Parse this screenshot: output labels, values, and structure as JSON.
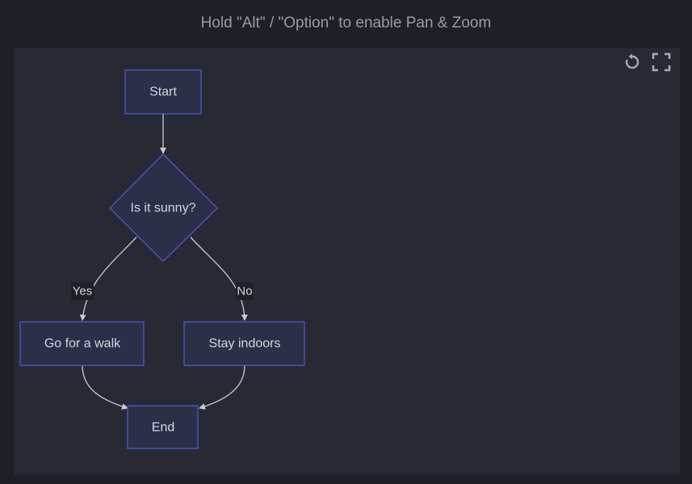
{
  "header": {
    "hint": "Hold \"Alt\" / \"Option\" to enable Pan & Zoom"
  },
  "toolbar": {
    "reset_icon": "reset-icon",
    "fullscreen_icon": "fullscreen-icon"
  },
  "colors": {
    "background": "#1e2028",
    "canvas": "#272935",
    "node_fill": "#2b2f48",
    "node_stroke": "#4c5bc9",
    "edge": "#c9cbd2",
    "text": "#d4d6dc"
  },
  "flowchart": {
    "nodes": {
      "start": "Start",
      "decision": "Is it sunny?",
      "walk": "Go for a walk",
      "indoors": "Stay indoors",
      "end": "End"
    },
    "edges": {
      "yes": "Yes",
      "no": "No"
    }
  }
}
